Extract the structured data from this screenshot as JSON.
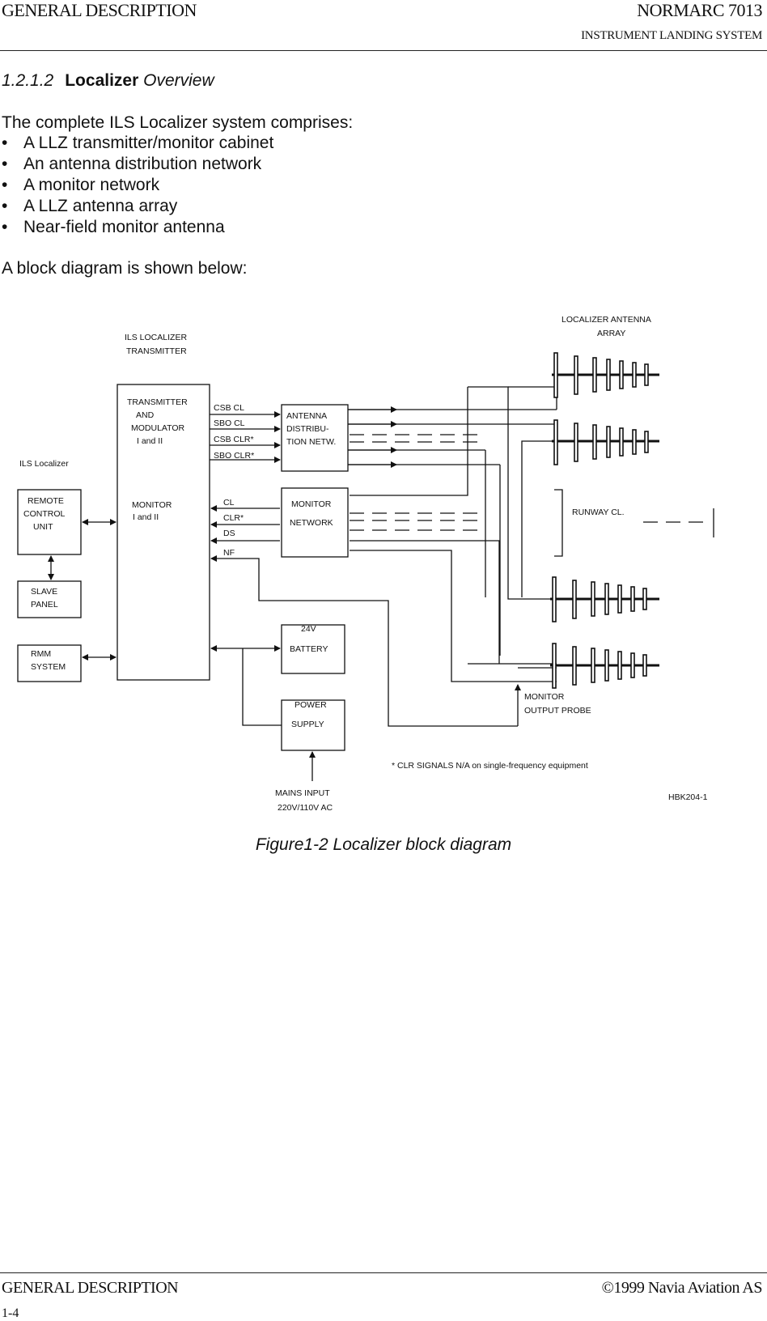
{
  "header": {
    "left": "GENERAL DESCRIPTION",
    "right": "NORMARC 7013",
    "subtitle": "INSTRUMENT LANDING SYSTEM"
  },
  "section": {
    "number": "1.2.1.2",
    "title_bold": "Localizer",
    "title_italic": "Overview"
  },
  "intro": "The complete ILS Localizer system comprises:",
  "bullets": [
    "A LLZ transmitter/monitor cabinet",
    "An antenna distribution network",
    "A monitor network",
    "A LLZ antenna array",
    "Near-field monitor antenna"
  ],
  "bullet_symbol": "•",
  "diagram_intro": "A block diagram is shown below:",
  "diagram": {
    "localizer_antenna_array_1": "LOCALIZER ANTENNA",
    "localizer_antenna_array_2": "ARRAY",
    "ils_localizer_transmitter_1": "ILS LOCALIZER",
    "ils_localizer_transmitter_2": "TRANSMITTER",
    "ils_localizer": "ILS Localizer",
    "tx_mod_1": "TRANSMITTER",
    "tx_mod_2": "AND",
    "tx_mod_3": "MODULATOR",
    "tx_mod_4": "I and II",
    "monitor_1": "MONITOR",
    "monitor_2": "I and II",
    "sig_csb_cl": "CSB CL",
    "sig_sbo_cl": "SBO CL",
    "sig_csb_clr": "CSB CLR*",
    "sig_sbo_clr": "SBO CLR*",
    "sig_cl": "CL",
    "sig_clr": "CLR*",
    "sig_ds": "DS",
    "sig_nf": "NF",
    "antenna_dist_1": "ANTENNA",
    "antenna_dist_2": "DISTRIBU-",
    "antenna_dist_3": "TION NETW.",
    "monitor_network_1": "MONITOR",
    "monitor_network_2": "NETWORK",
    "remote_1": "REMOTE",
    "remote_2": "CONTROL",
    "remote_3": "UNIT",
    "slave_1": "SLAVE",
    "slave_2": "PANEL",
    "rmm_1": "RMM",
    "rmm_2": "SYSTEM",
    "battery_1": "24V",
    "battery_2": "BATTERY",
    "power_1": "POWER",
    "power_2": "SUPPLY",
    "mains_1": "MAINS INPUT",
    "mains_2": "220V/110V AC",
    "runway": "RUNWAY CL.",
    "probe_1": "MONITOR",
    "probe_2": "OUTPUT PROBE",
    "footnote": "* CLR SIGNALS N/A on single-frequency equipment",
    "code": "HBK204-1"
  },
  "caption": "Figure1-2 Localizer block diagram",
  "footer": {
    "left": "GENERAL DESCRIPTION",
    "right": "©1999 Navia Aviation AS",
    "page": "1-4"
  }
}
